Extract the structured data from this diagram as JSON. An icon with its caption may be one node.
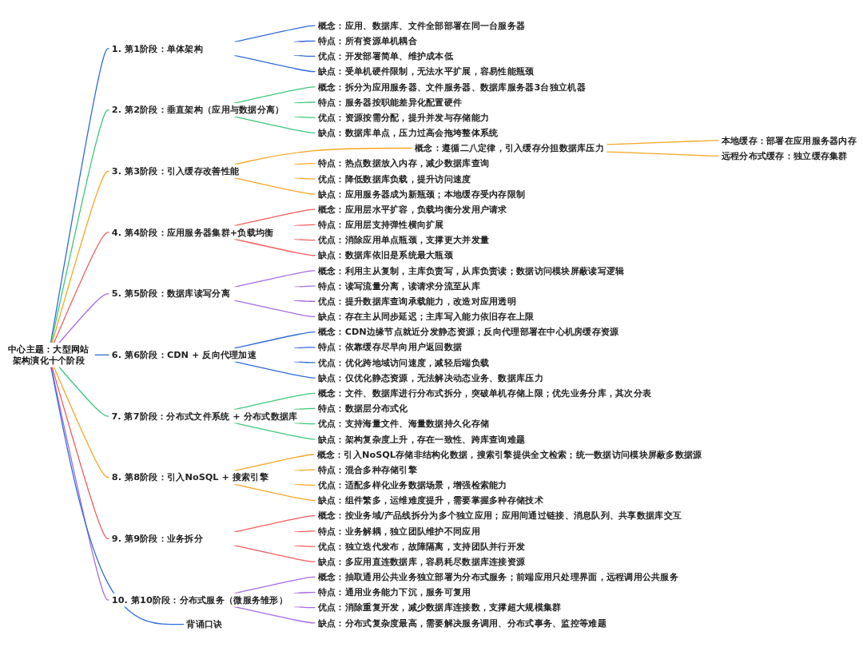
{
  "diagram": {
    "nodes": [
      {
        "text": [
          "中心主题：大型网站架构演化十个阶段"
        ]
      },
      {
        "text": [
          "1. 第1阶段：单体架构"
        ]
      },
      {
        "text": [
          "概念：应用、数据库、文件全部部署在同一台服务器"
        ]
      },
      {
        "text": [
          "特点：所有资源单机耦合"
        ]
      },
      {
        "text": [
          "优点：开发部署简单、维护成本低"
        ]
      },
      {
        "text": [
          "缺点：受单机硬件限制，无法水平扩展，容易性能瓶颈"
        ]
      },
      {
        "text": [
          "2. 第2阶段：垂直架构（应用与数据分离）"
        ]
      },
      {
        "text": [
          "概念：拆分为应用服务器、文件服务器、数据库服务器3台独立机器"
        ]
      },
      {
        "text": [
          "特点：服务器按职能差异化配置硬件"
        ]
      },
      {
        "text": [
          "优点：资源按需分配，提升并发与存储能力"
        ]
      },
      {
        "text": [
          "缺点：数据库单点，压力过高会拖垮整体系统"
        ]
      },
      {
        "text": [
          "3. 第3阶段：引入缓存改善性能"
        ]
      },
      {
        "text": [
          "概念：遵循二八定律，引入缓存分担数据库压力"
        ]
      },
      {
        "text": [
          "本地缓存：部署在应用服务器内存"
        ]
      },
      {
        "text": [
          "远程分布式缓存：独立缓存集群"
        ]
      },
      {
        "text": [
          "特点：热点数据放入内存，减少数据库查询"
        ]
      },
      {
        "text": [
          "优点：降低数据库负载，提升访问速度"
        ]
      },
      {
        "text": [
          "缺点：应用服务器成为新瓶颈；本地缓存受内存限制"
        ]
      },
      {
        "text": [
          "4. 第4阶段：应用服务器集群+负载均衡"
        ]
      },
      {
        "text": [
          "概念：应用层水平扩容，负载均衡分发用户请求"
        ]
      },
      {
        "text": [
          "特点：应用层支持弹性横向扩展"
        ]
      },
      {
        "text": [
          "优点：消除应用单点瓶颈，支撑更大并发量"
        ]
      },
      {
        "text": [
          "缺点：数据库依旧是系统最大瓶颈"
        ]
      },
      {
        "text": [
          "5. 第5阶段：数据库读写分离"
        ]
      },
      {
        "text": [
          "概念：利用主从复制，主库负责写，从库负责读；数据访问模块屏蔽读写逻辑"
        ]
      },
      {
        "text": [
          "特点：读写流量分离，读请求分流至从库"
        ]
      },
      {
        "text": [
          "优点：提升数据库查询承载能力，改造对应用透明"
        ]
      },
      {
        "text": [
          "缺点：存在主从同步延迟；主库写入能力依旧存在上限"
        ]
      },
      {
        "text": [
          "6. 第6阶段：CDN + 反向代理加速"
        ]
      },
      {
        "text": [
          "概念：CDN边缘节点就近分发静态资源；反向代理部署在中心机房缓存资源"
        ]
      },
      {
        "text": [
          "特点：依靠缓存尽早向用户返回数据"
        ]
      },
      {
        "text": [
          "优点：优化跨地域访问速度，减轻后端负载"
        ]
      },
      {
        "text": [
          "缺点：仅优化静态资源，无法解决动态业务、数据库压力"
        ]
      },
      {
        "text": [
          "7. 第7阶段：分布式文件系统 + 分布式数据库"
        ]
      },
      {
        "text": [
          "概念：文件、数据库进行分布式拆分，突破单机存储上限；优先业务分库，其次分表"
        ]
      },
      {
        "text": [
          "特点：数据层分布式化"
        ]
      },
      {
        "text": [
          "优点：支持海量文件、海量数据持久化存储"
        ]
      },
      {
        "text": [
          "缺点：架构复杂度上升，存在一致性、跨库查询难题"
        ]
      },
      {
        "text": [
          "8. 第8阶段：引入NoSQL + 搜索引擎"
        ]
      },
      {
        "text": [
          "概念：引入NoSQL存储非结构化数据，搜索引擎提供全文检索；统一数据访问模块屏蔽多数据源"
        ]
      },
      {
        "text": [
          "特点：混合多种存储引擎"
        ]
      },
      {
        "text": [
          "优点：适配多样化业务数据场景，增强检索能力"
        ]
      },
      {
        "text": [
          "缺点：组件繁多，运维难度提升，需要掌握多种存储技术"
        ]
      },
      {
        "text": [
          "9. 第9阶段：业务拆分"
        ]
      },
      {
        "text": [
          "概念：按业务域/产品线拆分为多个独立应用；应用间通过链接、消息队列、共享数据库交互"
        ]
      },
      {
        "text": [
          "特点：业务解耦，独立团队维护不同应用"
        ]
      },
      {
        "text": [
          "优点：独立迭代发布，故障隔离，支持团队并行开发"
        ]
      },
      {
        "text": [
          "缺点：多应用直连数据库，容易耗尽数据库连接资源"
        ]
      },
      {
        "text": [
          "10. 第10阶段：分布式服务（微服务雏形）"
        ]
      },
      {
        "text": [
          "概念：抽取通用公共业务独立部署为分布式服务；前端应用只处理界面，远程调用公共服务"
        ]
      },
      {
        "text": [
          "特点：通用业务能力下沉，服务可复用"
        ]
      },
      {
        "text": [
          "优点：消除重复开发，减少数据库连接数，支撑超大规模集群"
        ]
      },
      {
        "text": [
          "缺点：分布式复杂度最高，需要解决服务调用、分布式事务、监控等难题"
        ]
      },
      {
        "text": [
          "背诵口诀"
        ]
      }
    ],
    "edges": [
      {
        "from": 0,
        "to": 1,
        "arrow": "none",
        "color": "#2f6bd8"
      },
      {
        "from": 1,
        "to": 2,
        "arrow": "none",
        "color": "#2f6bd8"
      },
      {
        "from": 1,
        "to": 3,
        "arrow": "none",
        "color": "#2f6bd8"
      },
      {
        "from": 1,
        "to": 4,
        "arrow": "none",
        "color": "#2f6bd8"
      },
      {
        "from": 1,
        "to": 5,
        "arrow": "none",
        "color": "#2f6bd8"
      },
      {
        "from": 0,
        "to": 6,
        "arrow": "none",
        "color": "#3cc77a"
      },
      {
        "from": 6,
        "to": 7,
        "arrow": "none",
        "color": "#3cc77a"
      },
      {
        "from": 6,
        "to": 8,
        "arrow": "none",
        "color": "#3cc77a"
      },
      {
        "from": 6,
        "to": 9,
        "arrow": "none",
        "color": "#3cc77a"
      },
      {
        "from": 6,
        "to": 10,
        "arrow": "none",
        "color": "#3cc77a"
      },
      {
        "from": 0,
        "to": 11,
        "arrow": "none",
        "color": "#f5a623"
      },
      {
        "from": 11,
        "to": 12,
        "arrow": "none",
        "color": "#f5a623"
      },
      {
        "from": 12,
        "to": 13,
        "arrow": "none",
        "color": "#f5a623"
      },
      {
        "from": 12,
        "to": 14,
        "arrow": "none",
        "color": "#f5a623"
      },
      {
        "from": 11,
        "to": 15,
        "arrow": "none",
        "color": "#f5a623"
      },
      {
        "from": 11,
        "to": 16,
        "arrow": "none",
        "color": "#f5a623"
      },
      {
        "from": 11,
        "to": 17,
        "arrow": "none",
        "color": "#f5a623"
      },
      {
        "from": 0,
        "to": 18,
        "arrow": "none",
        "color": "#f25b5b"
      },
      {
        "from": 18,
        "to": 19,
        "arrow": "none",
        "color": "#f25b5b"
      },
      {
        "from": 18,
        "to": 20,
        "arrow": "none",
        "color": "#f25b5b"
      },
      {
        "from": 18,
        "to": 21,
        "arrow": "none",
        "color": "#f25b5b"
      },
      {
        "from": 18,
        "to": 22,
        "arrow": "none",
        "color": "#f25b5b"
      },
      {
        "from": 0,
        "to": 23,
        "arrow": "none",
        "color": "#a56be0"
      },
      {
        "from": 23,
        "to": 24,
        "arrow": "none",
        "color": "#a56be0"
      },
      {
        "from": 23,
        "to": 25,
        "arrow": "none",
        "color": "#a56be0"
      },
      {
        "from": 23,
        "to": 26,
        "arrow": "none",
        "color": "#a56be0"
      },
      {
        "from": 23,
        "to": 27,
        "arrow": "none",
        "color": "#a56be0"
      },
      {
        "from": 0,
        "to": 28,
        "arrow": "none",
        "color": "#2f6bd8"
      },
      {
        "from": 28,
        "to": 29,
        "arrow": "none",
        "color": "#2f6bd8"
      },
      {
        "from": 28,
        "to": 30,
        "arrow": "none",
        "color": "#2f6bd8"
      },
      {
        "from": 28,
        "to": 31,
        "arrow": "none",
        "color": "#2f6bd8"
      },
      {
        "from": 28,
        "to": 32,
        "arrow": "none",
        "color": "#2f6bd8"
      },
      {
        "from": 0,
        "to": 33,
        "arrow": "none",
        "color": "#3cc77a"
      },
      {
        "from": 33,
        "to": 34,
        "arrow": "none",
        "color": "#3cc77a"
      },
      {
        "from": 33,
        "to": 35,
        "arrow": "none",
        "color": "#3cc77a"
      },
      {
        "from": 33,
        "to": 36,
        "arrow": "none",
        "color": "#3cc77a"
      },
      {
        "from": 33,
        "to": 37,
        "arrow": "none",
        "color": "#3cc77a"
      },
      {
        "from": 0,
        "to": 38,
        "arrow": "none",
        "color": "#f5a623"
      },
      {
        "from": 38,
        "to": 39,
        "arrow": "none",
        "color": "#f5a623"
      },
      {
        "from": 38,
        "to": 40,
        "arrow": "none",
        "color": "#f5a623"
      },
      {
        "from": 38,
        "to": 41,
        "arrow": "none",
        "color": "#f5a623"
      },
      {
        "from": 38,
        "to": 42,
        "arrow": "none",
        "color": "#f5a623"
      },
      {
        "from": 0,
        "to": 43,
        "arrow": "none",
        "color": "#f25b5b"
      },
      {
        "from": 43,
        "to": 44,
        "arrow": "none",
        "color": "#f25b5b"
      },
      {
        "from": 43,
        "to": 45,
        "arrow": "none",
        "color": "#f25b5b"
      },
      {
        "from": 43,
        "to": 46,
        "arrow": "none",
        "color": "#f25b5b"
      },
      {
        "from": 43,
        "to": 47,
        "arrow": "none",
        "color": "#f25b5b"
      },
      {
        "from": 0,
        "to": 48,
        "arrow": "none",
        "color": "#a56be0"
      },
      {
        "from": 48,
        "to": 49,
        "arrow": "none",
        "color": "#a56be0"
      },
      {
        "from": 48,
        "to": 50,
        "arrow": "none",
        "color": "#a56be0"
      },
      {
        "from": 48,
        "to": 51,
        "arrow": "none",
        "color": "#a56be0"
      },
      {
        "from": 48,
        "to": 52,
        "arrow": "none",
        "color": "#a56be0"
      },
      {
        "from": 0,
        "to": 53,
        "arrow": "none",
        "color": "#2f6bd8"
      }
    ]
  }
}
